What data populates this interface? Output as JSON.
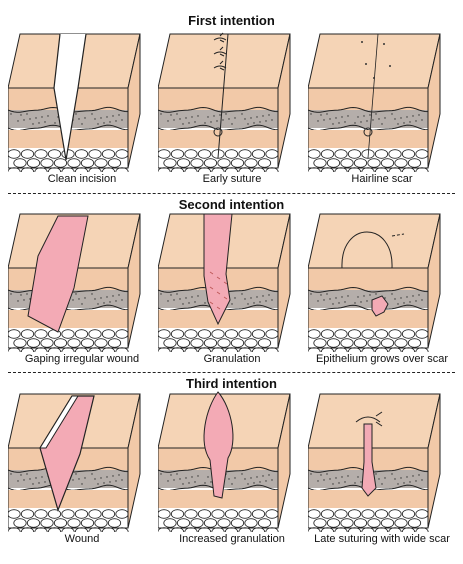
{
  "sections": [
    {
      "title": "First intention",
      "panels": [
        {
          "caption": "Clean incision"
        },
        {
          "caption": "Early suture"
        },
        {
          "caption": "Hairline scar"
        }
      ]
    },
    {
      "title": "Second intention",
      "panels": [
        {
          "caption": "Gaping irregular wound"
        },
        {
          "caption": "Granulation"
        },
        {
          "caption": "Epithelium grows over scar"
        }
      ]
    },
    {
      "title": "Third intention",
      "panels": [
        {
          "caption": "Wound"
        },
        {
          "caption": "Increased granulation"
        },
        {
          "caption": "Late suturing with wide scar"
        }
      ]
    }
  ],
  "colors": {
    "skin_top": "#f5d4b6",
    "skin_side": "#f2c9a8",
    "dermis_band": "#b5aeaa",
    "wound": "#f3aab5",
    "fat_cells": "#ffffff",
    "outline": "#222222"
  }
}
